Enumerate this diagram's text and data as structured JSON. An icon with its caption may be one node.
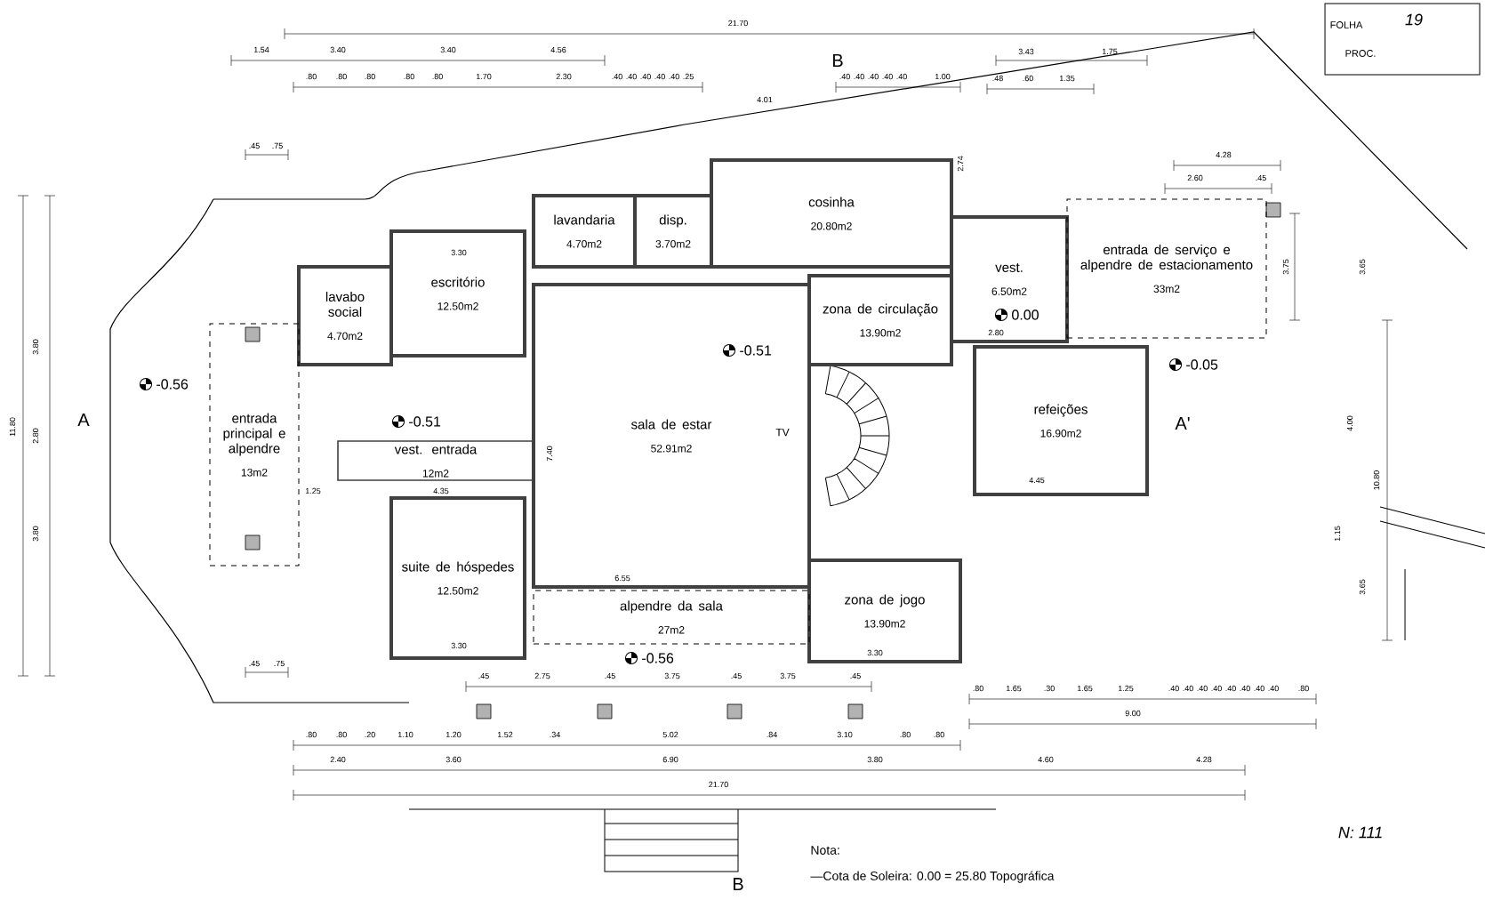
{
  "diagram": {
    "nodes": [
      {
        "text": [
          "lavandaria",
          "4.70m2"
        ]
      },
      {
        "text": [
          "disp.",
          "3.70m2"
        ]
      },
      {
        "text": [
          "cosinha",
          "20.80m2"
        ]
      },
      {
        "text": [
          "escritório",
          "12.50m2"
        ]
      },
      {
        "text": [
          "vest.",
          "6.50m2"
        ]
      },
      {
        "text": [
          "entrada de serviço e alpendre de estacionamento",
          "33m2"
        ]
      },
      {
        "text": [
          "lavabo social",
          "4.70m2"
        ]
      },
      {
        "text": [
          "zona de circulação",
          "13.90m2"
        ]
      },
      {
        "text": [
          "sala de estar",
          "52.91m2"
        ]
      },
      {
        "text": [
          "entrada principal e alpendre",
          "13m2"
        ]
      },
      {
        "text": [
          "vest. entrada",
          "12m2"
        ]
      },
      {
        "text": [
          "refeições",
          "16.90m2"
        ]
      },
      {
        "text": [
          "suite de hóspedes",
          "12.50m2"
        ]
      },
      {
        "text": [
          "zona de jogo",
          "13.90m2"
        ]
      },
      {
        "text": [
          "alpendre da sala",
          "27m2"
        ]
      }
    ],
    "labels": [
      "21.70",
      "1.54",
      "3.40",
      "3.40",
      "4.56",
      ".80",
      ".80",
      ".80",
      ".80",
      ".80",
      "1.70",
      "2.30",
      ".40",
      ".40",
      ".40",
      ".40",
      ".40",
      ".25",
      "4.01",
      ".40",
      ".40",
      ".40",
      ".40",
      ".40",
      "1.00",
      "3.43",
      "1.75",
      ".48",
      ".60",
      "1.35",
      "4.28",
      "2.60",
      ".45",
      ".45",
      ".75",
      "11.80",
      ".45",
      ".75",
      ".45",
      "2.75",
      ".45",
      "3.75",
      ".45",
      "3.75",
      ".45",
      ".80",
      ".80",
      ".20",
      "1.10",
      "1.20",
      "1.52",
      ".34",
      "5.02",
      ".84",
      "3.10",
      ".80",
      ".80",
      "2.40",
      "3.60",
      "6.90",
      "3.80",
      "4.60",
      "4.28",
      "21.70",
      ".80",
      "1.65",
      ".30",
      "1.65",
      "1.25",
      ".40",
      ".40",
      ".40",
      ".40",
      ".40",
      ".40",
      ".40",
      ".40",
      ".80",
      "9.00",
      "3.30",
      "1.25",
      "4.35",
      "6.55",
      "3.30",
      "3.30",
      "4.45",
      "2.80",
      "-0.56",
      "-0.51",
      "-0.51",
      "0.00",
      "-0.05",
      "-0.56",
      "A",
      "A'",
      "B",
      "B",
      "TV",
      "Nota:",
      "—Cota de Soleira: 0.00 = 25.80 Topográfica",
      "FOLHA",
      "19",
      "PROC.",
      "N: 111",
      "3.75",
      "3.65",
      "4.00",
      "10.80",
      "1.15",
      "3.65",
      "2.74",
      "3.80",
      "2.80",
      "3.80",
      "7.40"
    ]
  }
}
